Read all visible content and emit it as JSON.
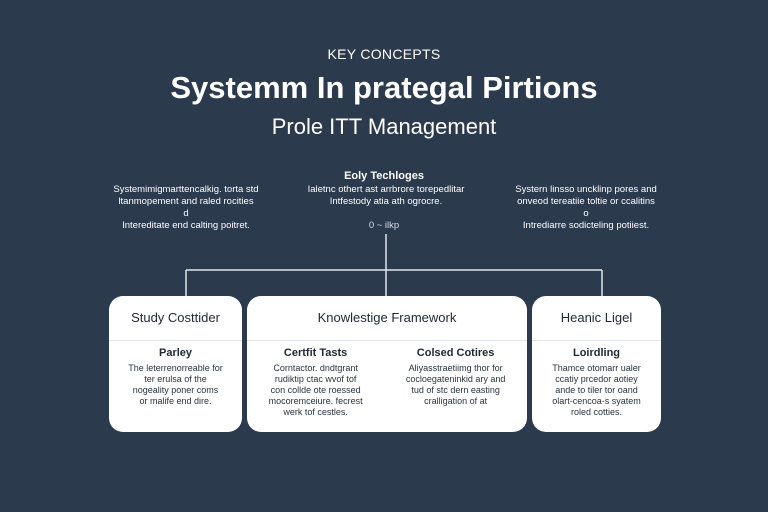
{
  "header": {
    "kicker": "KEY CONCEPTS",
    "title": "Systemm In prategal Pirtions",
    "subtitle": "Prole ITT Management"
  },
  "hub": {
    "label": "Eoly Techloges",
    "code": "0 ~ ilkp"
  },
  "top_notes": [
    {
      "lines": [
        "Systemimigmarttencalkig. torta std",
        "ltanmopement and raled rocities",
        "d",
        "Intereditate end calting poitret."
      ]
    },
    {
      "lines": [
        "Ialetnc othert ast arrbrore torepedlitar",
        "Intfestody atia ath ogrocre."
      ]
    },
    {
      "lines": [
        "Systern linsso uncklinp pores and",
        "onveod tereatiie toltie or ccalitins",
        "o",
        "Intrediarre sodicteling potiiest."
      ]
    }
  ],
  "cards": [
    {
      "title": "Study Costtider",
      "columns": [
        {
          "title": "Parley",
          "lines": [
            "The leterrenorreable for",
            "ter erulsa of the",
            "nogeality poner coms",
            "or malife end dire."
          ]
        }
      ]
    },
    {
      "title": "Knowlestige Framework",
      "columns": [
        {
          "title": "Certfit Tasts",
          "lines": [
            "Corntactor. dndtgrant",
            "rudiktip ctac wvof tof",
            "con collde ote roessed",
            "mocoremceiure. fecrest",
            "werk tof cestles."
          ]
        },
        {
          "title": "Colsed Cotires",
          "lines": [
            "Aliyasstraetiimg thor for",
            "cocloegateninkid ary and",
            "tud of stc dern easting",
            "cralligation of at"
          ]
        }
      ]
    },
    {
      "title": "Heanic Ligel",
      "columns": [
        {
          "title": "Loirdling",
          "lines": [
            "Thamce otomarr ualer",
            "ccatiy prcedor aotiey",
            "ande to tiler tor oand",
            "olart-cencoa-s syatem",
            "roled cotties."
          ]
        }
      ]
    }
  ]
}
